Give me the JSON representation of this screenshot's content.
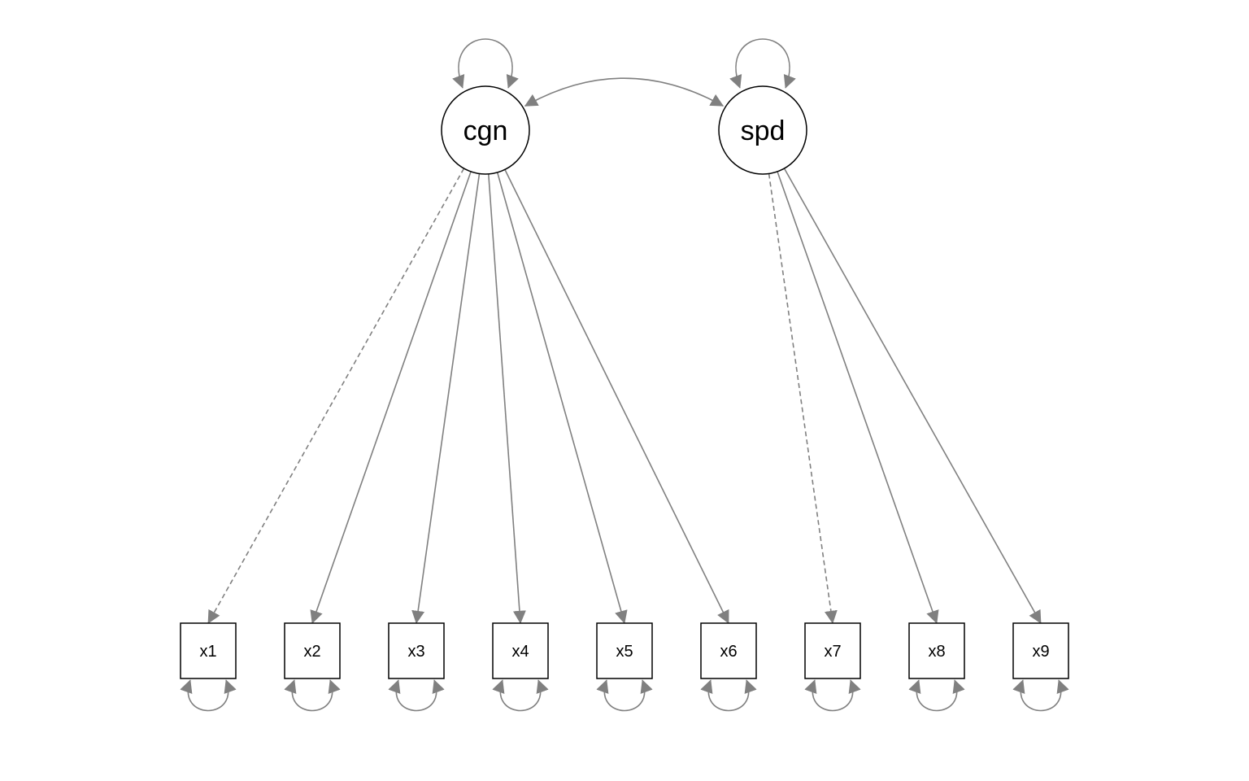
{
  "latents": [
    {
      "id": "cgn",
      "label": "cgn"
    },
    {
      "id": "spd",
      "label": "spd"
    }
  ],
  "manifests": [
    {
      "id": "x1",
      "label": "x1"
    },
    {
      "id": "x2",
      "label": "x2"
    },
    {
      "id": "x3",
      "label": "x3"
    },
    {
      "id": "x4",
      "label": "x4"
    },
    {
      "id": "x5",
      "label": "x5"
    },
    {
      "id": "x6",
      "label": "x6"
    },
    {
      "id": "x7",
      "label": "x7"
    },
    {
      "id": "x8",
      "label": "x8"
    },
    {
      "id": "x9",
      "label": "x9"
    }
  ],
  "loadings": [
    {
      "from": "cgn",
      "to": "x1",
      "fixed": true
    },
    {
      "from": "cgn",
      "to": "x2",
      "fixed": false
    },
    {
      "from": "cgn",
      "to": "x3",
      "fixed": false
    },
    {
      "from": "cgn",
      "to": "x4",
      "fixed": false
    },
    {
      "from": "cgn",
      "to": "x5",
      "fixed": false
    },
    {
      "from": "cgn",
      "to": "x6",
      "fixed": false
    },
    {
      "from": "spd",
      "to": "x7",
      "fixed": true
    },
    {
      "from": "spd",
      "to": "x8",
      "fixed": false
    },
    {
      "from": "spd",
      "to": "x9",
      "fixed": false
    }
  ],
  "covariances": [
    {
      "a": "cgn",
      "b": "spd"
    }
  ],
  "colors": {
    "edge": "#808080",
    "node_stroke": "#000000",
    "node_fill": "#ffffff"
  }
}
